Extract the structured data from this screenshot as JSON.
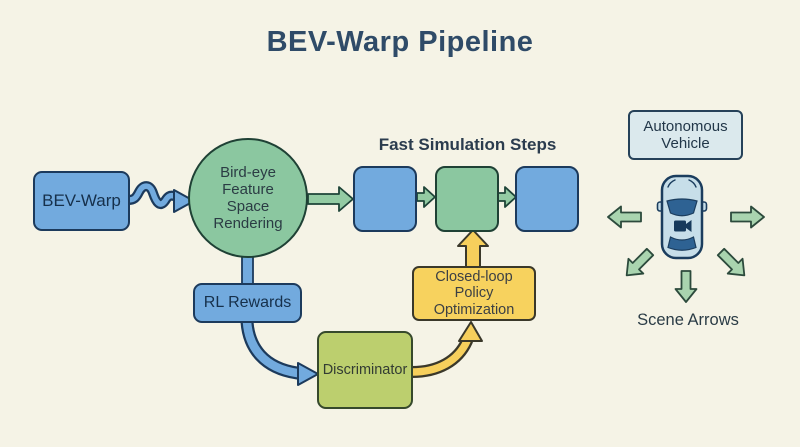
{
  "title": "BEV-Warp Pipeline",
  "diagram": {
    "bev_warp": {
      "label": "BEV-Warp"
    },
    "rendering": {
      "lines": [
        "Bird-eye",
        "Feature",
        "Space",
        "Rendering"
      ]
    },
    "simulation": {
      "label": "Fast Simulation Steps"
    },
    "rl_rewards": {
      "label": "RL Rewards"
    },
    "discriminator": {
      "label": "Discriminator"
    },
    "policy_opt": {
      "lines": [
        "Closed-loop",
        "Policy",
        "Optimization"
      ]
    },
    "vehicle": {
      "lines": [
        "Autonomous",
        "Vehicle"
      ]
    },
    "scene": {
      "label": "Scene Arrows"
    }
  },
  "icons": [
    "car-top-view-icon",
    "camera-icon",
    "wavy-arrow-icon",
    "flow-arrow-icon",
    "scene-arrow-icon"
  ],
  "colors": {
    "background": "#f5f3e6",
    "ink": "#2f4b68",
    "node_blue": "#72aade",
    "node_green": "#8bc7a0",
    "node_yellow": "#f7d25e",
    "node_olive": "#bccf6e",
    "node_lightblue": "#dbe9ed",
    "arrow_green": "#9acba5",
    "arrow_blue": "#72aade",
    "arrow_yellow": "#f6cf5c",
    "car_body": "#c7dee9",
    "car_glass": "#2e6293"
  }
}
